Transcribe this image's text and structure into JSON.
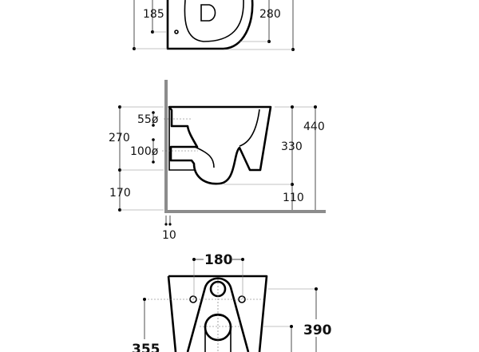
{
  "top_view": {
    "dims": {
      "left": "185",
      "right": "280"
    }
  },
  "side_view": {
    "dims": {
      "total_height": "270",
      "inlet": "55ø",
      "outlet": "100ø",
      "floor_gap": "170",
      "height": "440",
      "depth": "330",
      "trap": "110",
      "wall_gap": "10"
    },
    "wall_color": "#8c8c8c"
  },
  "front_view": {
    "dims": {
      "fixing_spacing": "180",
      "fixing_height": "355",
      "total": "390"
    }
  }
}
